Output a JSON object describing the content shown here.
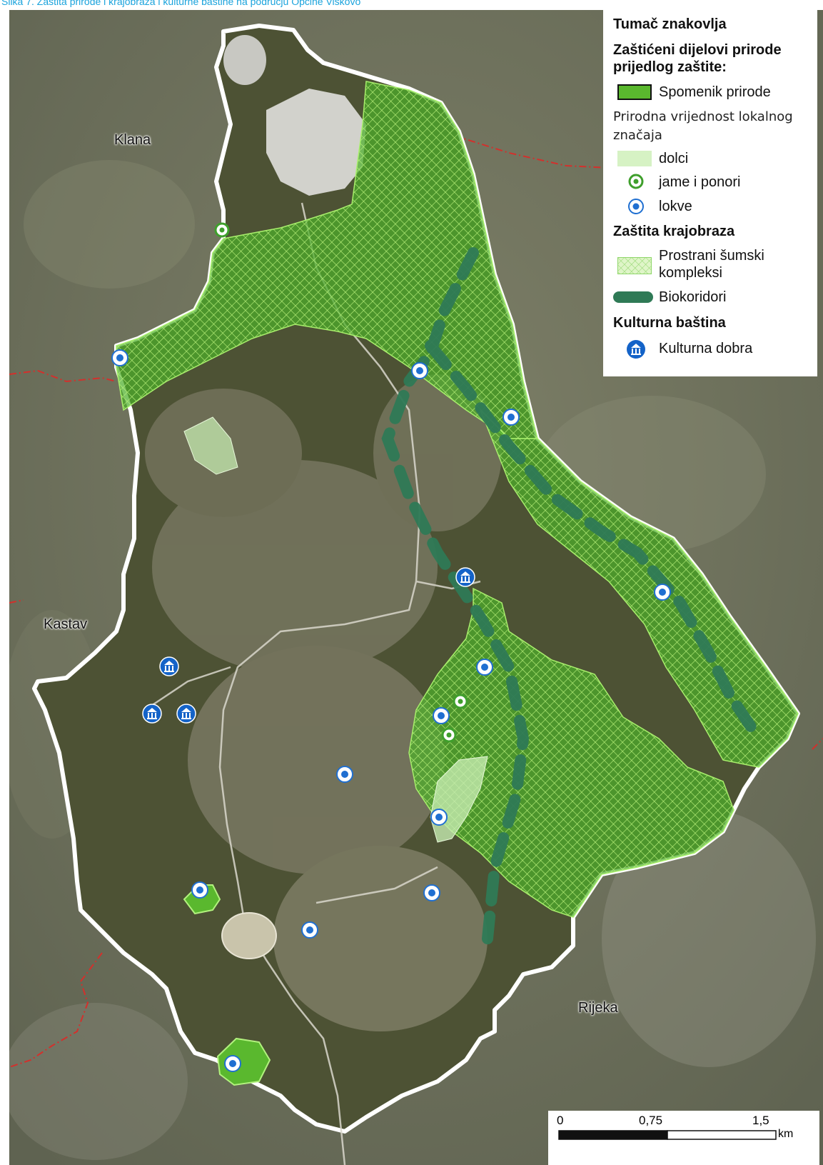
{
  "caption": "Slika 7. Zaštita prirode i krajobraza i kulturne baštine na području Općine Viškovo",
  "place_labels": {
    "klana": "Klana",
    "kastav": "Kastav",
    "rijeka": "Rijeka"
  },
  "legend": {
    "title": "Tumač znakovlja",
    "section_nature": "Zaštićeni dijelovi prirode prijedlog zaštite:",
    "spomenik": "Spomenik prirode",
    "local_value": "Prirodna vrijednost lokalnog značaja",
    "dolci": "dolci",
    "jame": "jame i ponori",
    "lokve": "lokve",
    "section_landscape": "Zaštita krajobraza",
    "prostrani": "Prostrani šumski kompleksi",
    "biokoridori": "Biokoridori",
    "section_culture": "Kulturna baština",
    "kulturna_dobra": "Kulturna dobra"
  },
  "scale_bar": {
    "t0": "0",
    "t1": "0,75",
    "t2": "1,5",
    "unit": "km"
  },
  "colors": {
    "forest_fill": "#4caf2a",
    "spomenik_fill": "#5ab82e",
    "dolci_fill": "#c6ebb0",
    "jame_ring": "#3f9f2c",
    "lokve_dot": "#1f6fd1",
    "biokoridor": "#2f7a56",
    "boundary": "#ffffff",
    "border_red": "#d3302c",
    "culture_icon": "#1463c8"
  },
  "icons": {
    "jame": "green-ring-icon",
    "lokve": "blue-dot-icon",
    "culture": "museum-icon"
  }
}
